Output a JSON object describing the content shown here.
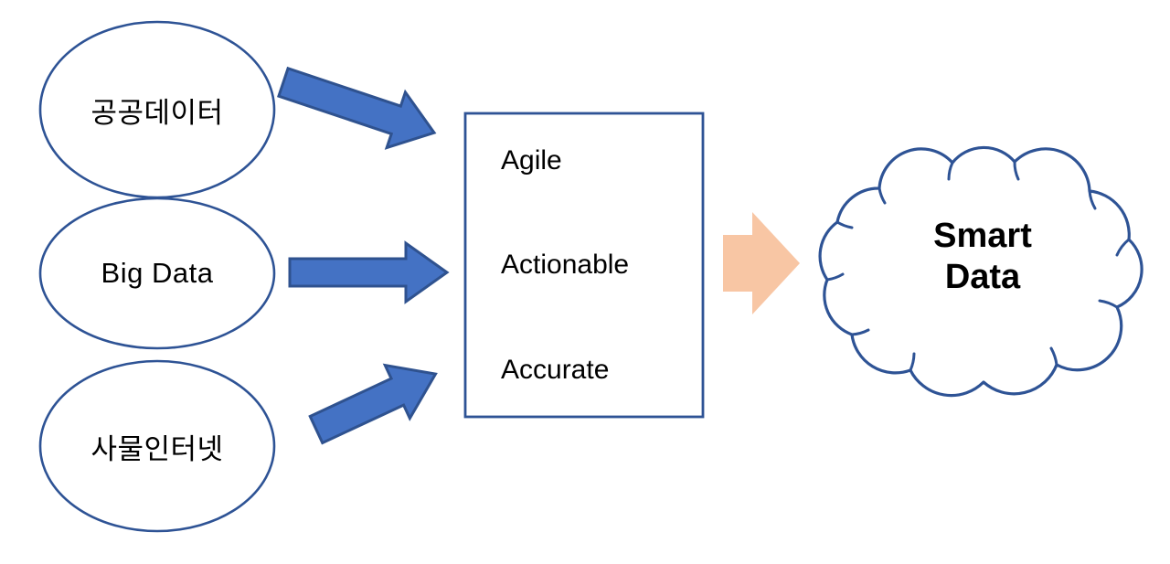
{
  "diagram": {
    "title": "Smart Data conceptual flow diagram",
    "colors": {
      "shape_outline": "#2E5395",
      "arrow_blue_fill": "#4472C4",
      "arrow_blue_border": "#2F528F",
      "arrow_peach_fill": "#F8C6A4",
      "text": "#000000",
      "background": "#FFFFFF"
    },
    "sources": [
      {
        "id": "public-data",
        "label": "공공데이터",
        "shape": "ellipse"
      },
      {
        "id": "big-data",
        "label": "Big Data",
        "shape": "ellipse"
      },
      {
        "id": "iot",
        "label": "사물인터넷",
        "shape": "ellipse"
      }
    ],
    "arrows": [
      {
        "id": "arrow-public-data",
        "from": "공공데이터",
        "to": "Agile Actionable Accurate",
        "color": "#4472C4",
        "direction": "down-right"
      },
      {
        "id": "arrow-big-data",
        "from": "Big Data",
        "to": "Agile Actionable Accurate",
        "color": "#4472C4",
        "direction": "right"
      },
      {
        "id": "arrow-iot",
        "from": "사물인터넷",
        "to": "Agile Actionable Accurate",
        "color": "#4472C4",
        "direction": "up-right"
      },
      {
        "id": "arrow-result",
        "from": "Agile Actionable Accurate",
        "to": "Smart Data",
        "color": "#F8C6A4",
        "direction": "right"
      }
    ],
    "process_box": {
      "id": "criteria-box",
      "shape": "rectangle",
      "lines": [
        "Agile",
        "Actionable",
        "Accurate"
      ]
    },
    "result": {
      "id": "smart-data-cloud",
      "shape": "cloud",
      "line1": "Smart",
      "line2": "Data"
    }
  }
}
